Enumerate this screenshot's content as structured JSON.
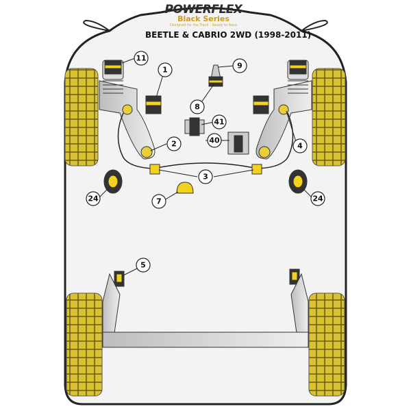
{
  "brand": {
    "name": "POWERFLEX",
    "series": "Black Series",
    "tagline": "Designed for the Track – Ready to Race"
  },
  "title": "BEETLE & CABRIO 2WD (1998-2011)",
  "callouts": [
    "11",
    "1",
    "9",
    "8",
    "41",
    "40",
    "2",
    "4",
    "3",
    "7",
    "24",
    "24",
    "5"
  ],
  "colors": {
    "bush": "#f2d21c",
    "tyre": "#c9b33a",
    "body": "#f2f2f2",
    "outline": "#333333",
    "suspension": "#c8c8c8"
  }
}
